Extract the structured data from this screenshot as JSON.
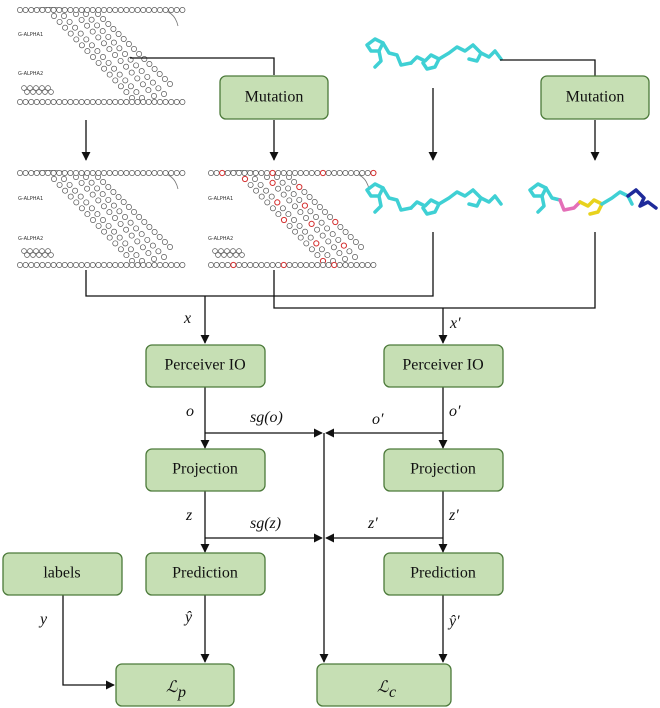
{
  "boxes": {
    "mutation_left": "Mutation",
    "mutation_right": "Mutation",
    "perceiver_left": "Perceiver IO",
    "perceiver_right": "Perceiver IO",
    "projection_left": "Projection",
    "projection_right": "Projection",
    "prediction_left": "Prediction",
    "prediction_right": "Prediction",
    "labels": "labels",
    "loss_p": "ℒ",
    "loss_p_sub": "p",
    "loss_c": "ℒ",
    "loss_c_sub": "c"
  },
  "symbols": {
    "x": "x",
    "x_prime": "x′",
    "o": "o",
    "o_prime": "o′",
    "sg_o": "sg(o)",
    "z": "z",
    "z_prime": "z′",
    "sg_z": "sg(z)",
    "y": "y",
    "y_hat": "ŷ",
    "y_hat_prime": "ŷ′"
  },
  "structure_labels": {
    "chain1": "G-ALPHA1",
    "chain2": "G-ALPHA2"
  },
  "colors": {
    "box_fill": "#c6dfb4",
    "box_stroke": "#4c7a3a",
    "molecule": "#3fd0d4",
    "mutation_pink": "#e46fb7",
    "mutation_yellow": "#e8d21d",
    "mutation_navy": "#1e2a9a",
    "mutated_residue": "#d43030"
  }
}
